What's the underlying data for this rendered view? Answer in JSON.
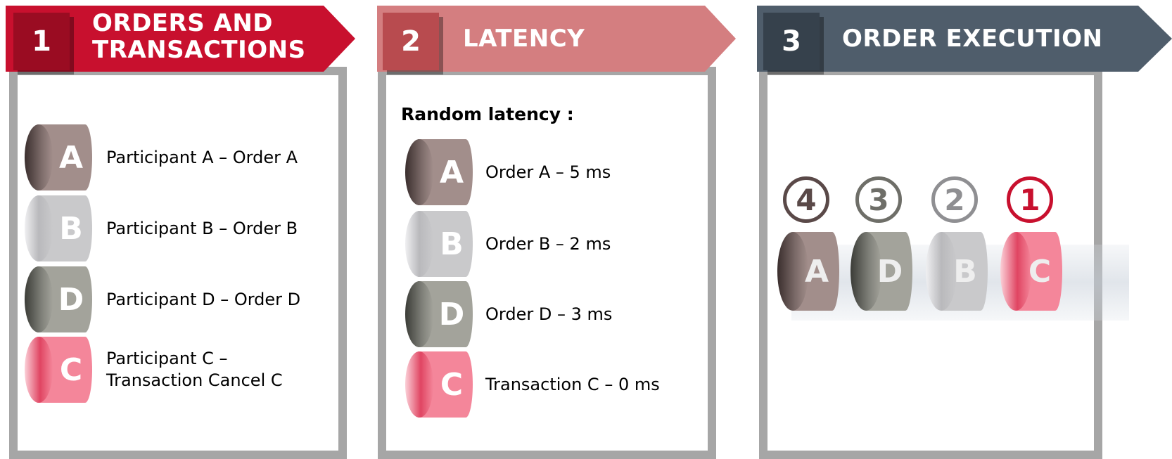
{
  "colors": {
    "panel1": "#c8102e",
    "panel1_dark": "#9a0c22",
    "panel2": "#d47e80",
    "panel2_dark": "#b84b4f",
    "panel3": "#4f5d6b",
    "panel3_dark": "#36414c",
    "frame": "#a6a6a6",
    "cyl_A": "#a28e8b",
    "cyl_B": "#c9c9cb",
    "cyl_D": "#a3a39b",
    "cyl_C": "#f4869a"
  },
  "panels": [
    {
      "number": "1",
      "title_line1": "ORDERS AND",
      "title_line2": "TRANSACTIONS",
      "items": [
        {
          "letter": "A",
          "label_line1": "Participant A – Order A",
          "label_line2": ""
        },
        {
          "letter": "B",
          "label_line1": "Participant B – Order B",
          "label_line2": ""
        },
        {
          "letter": "D",
          "label_line1": "Participant D – Order D",
          "label_line2": ""
        },
        {
          "letter": "C",
          "label_line1": "Participant C –",
          "label_line2": "Transaction Cancel C"
        }
      ]
    },
    {
      "number": "2",
      "title_line1": "LATENCY",
      "subtitle": "Random latency :",
      "items": [
        {
          "letter": "A",
          "label": "Order A – 5 ms"
        },
        {
          "letter": "B",
          "label": "Order B – 2 ms"
        },
        {
          "letter": "D",
          "label": "Order D – 3 ms"
        },
        {
          "letter": "C",
          "label": "Transaction C – 0 ms"
        }
      ]
    },
    {
      "number": "3",
      "title_line1": "ORDER EXECUTION",
      "execution": [
        {
          "rank": "4",
          "letter": "A"
        },
        {
          "rank": "3",
          "letter": "D"
        },
        {
          "rank": "2",
          "letter": "B"
        },
        {
          "rank": "1",
          "letter": "C"
        }
      ]
    }
  ]
}
